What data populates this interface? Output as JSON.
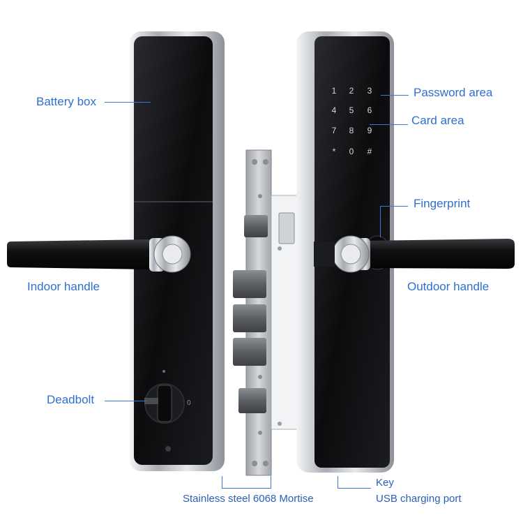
{
  "labels": {
    "battery_box": "Battery box",
    "password_area": "Password area",
    "card_area": "Card area",
    "fingerprint": "Fingerprint",
    "indoor_handle": "Indoor handle",
    "outdoor_handle": "Outdoor handle",
    "deadbolt": "Deadbolt",
    "mortise": "Stainless steel 6068 Mortise",
    "key": "Key",
    "usb_port": "USB charging port"
  },
  "keypad": [
    "1",
    "2",
    "3",
    "4",
    "5",
    "6",
    "7",
    "8",
    "9",
    "*",
    "0",
    "#"
  ],
  "colors": {
    "label_text": "#2e6fcf",
    "panel_black": "#0e0e10",
    "chrome": "#c8cbd0",
    "steel": "#b9bcc0",
    "fingerprint_ring": "#2a6df0"
  }
}
